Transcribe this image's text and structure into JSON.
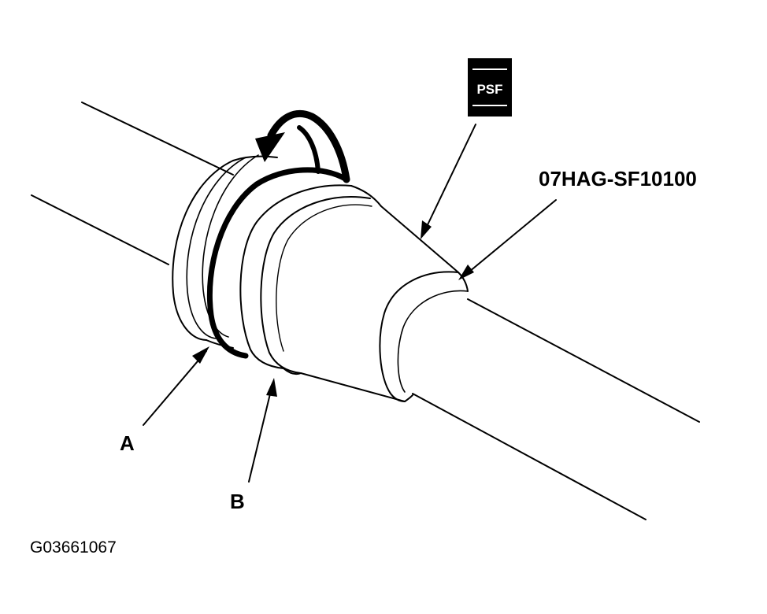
{
  "labels": {
    "part_a": "A",
    "part_b": "B",
    "tool_number": "07HAG-SF10100",
    "badge": "PSF",
    "figure_id": "G03661067"
  },
  "icons": {
    "badge_icon": "psf-fluid-badge-icon",
    "rotation_icon": "rotation-arrow-icon"
  },
  "colors": {
    "line": "#000000",
    "background": "#ffffff",
    "badge_background": "#000000",
    "badge_text": "#ffffff"
  }
}
